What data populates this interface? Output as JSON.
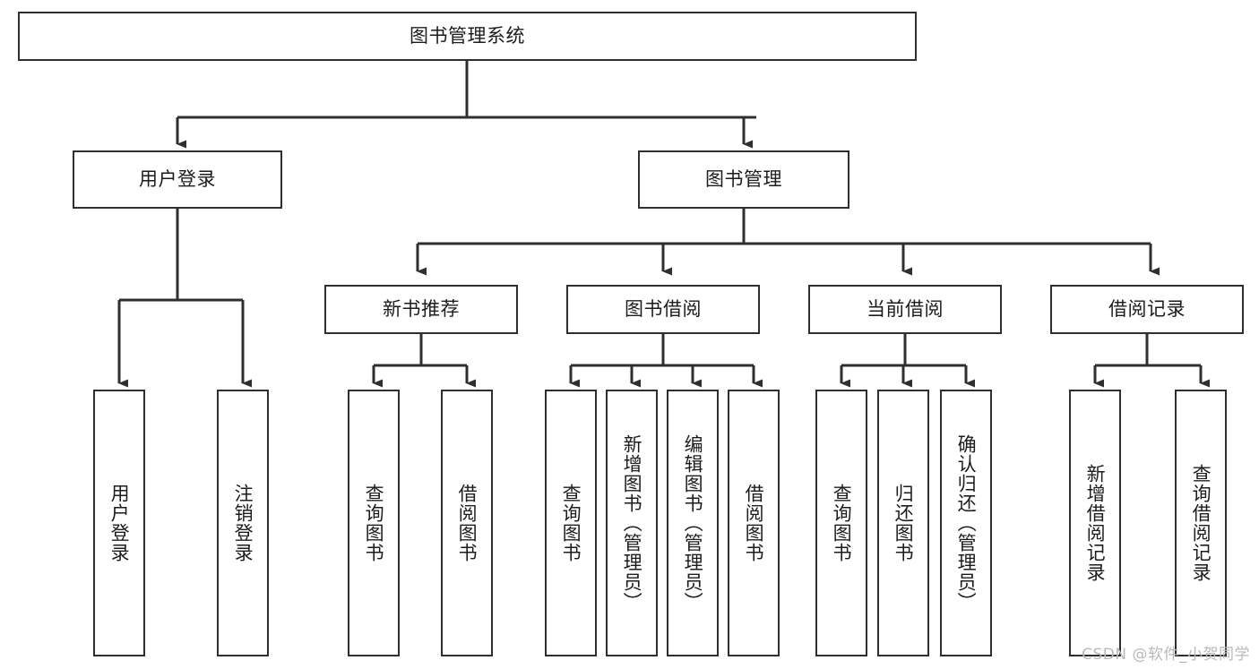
{
  "diagram": {
    "title": "图书管理系统",
    "type": "tree-hierarchy-chart",
    "stroke_color": "#2f2f2f",
    "fill_color": "#ffffff",
    "text_color": "#1c1c1c"
  },
  "root": {
    "label": "图书管理系统"
  },
  "level2": [
    {
      "label": "用户登录"
    },
    {
      "label": "图书管理"
    }
  ],
  "level3": [
    {
      "label": "新书推荐"
    },
    {
      "label": "图书借阅"
    },
    {
      "label": "当前借阅"
    },
    {
      "label": "借阅记录"
    }
  ],
  "leaves": {
    "user_login": [
      {
        "label": "用户登录"
      },
      {
        "label": "注销登录"
      }
    ],
    "new_book_recommend": [
      {
        "label": "查询图书"
      },
      {
        "label": "借阅图书"
      }
    ],
    "book_borrow": [
      {
        "label": "查询图书"
      },
      {
        "label": "新增图书（管理员）"
      },
      {
        "label": "编辑图书（管理员）"
      },
      {
        "label": "借阅图书"
      }
    ],
    "current_borrow": [
      {
        "label": "查询图书"
      },
      {
        "label": "归还图书"
      },
      {
        "label": "确认归还（管理员）"
      }
    ],
    "borrow_record": [
      {
        "label": "新增借阅记录"
      },
      {
        "label": "查询借阅记录"
      }
    ]
  },
  "watermark": {
    "text": "CSDN @软件_小贺同学"
  }
}
